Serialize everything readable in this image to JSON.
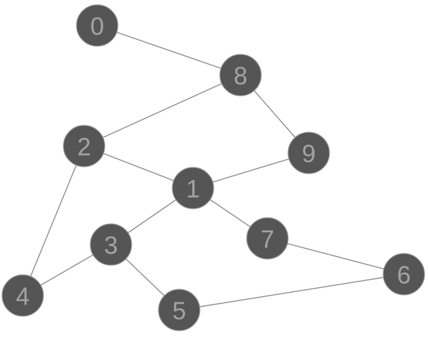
{
  "graph": {
    "node_color": "#555555",
    "edge_color": "#8a8a8a",
    "label_color": "#a3a3a3",
    "nodes": [
      {
        "id": "0",
        "label": "0"
      },
      {
        "id": "1",
        "label": "1"
      },
      {
        "id": "2",
        "label": "2"
      },
      {
        "id": "3",
        "label": "3"
      },
      {
        "id": "4",
        "label": "4"
      },
      {
        "id": "5",
        "label": "5"
      },
      {
        "id": "6",
        "label": "6"
      },
      {
        "id": "7",
        "label": "7"
      },
      {
        "id": "8",
        "label": "8"
      },
      {
        "id": "9",
        "label": "9"
      }
    ],
    "edges": [
      {
        "from": "0",
        "to": "8"
      },
      {
        "from": "8",
        "to": "2"
      },
      {
        "from": "8",
        "to": "9"
      },
      {
        "from": "2",
        "to": "1"
      },
      {
        "from": "2",
        "to": "4"
      },
      {
        "from": "9",
        "to": "1"
      },
      {
        "from": "1",
        "to": "3"
      },
      {
        "from": "1",
        "to": "7"
      },
      {
        "from": "3",
        "to": "4"
      },
      {
        "from": "3",
        "to": "5"
      },
      {
        "from": "7",
        "to": "6"
      },
      {
        "from": "5",
        "to": "6"
      }
    ]
  }
}
